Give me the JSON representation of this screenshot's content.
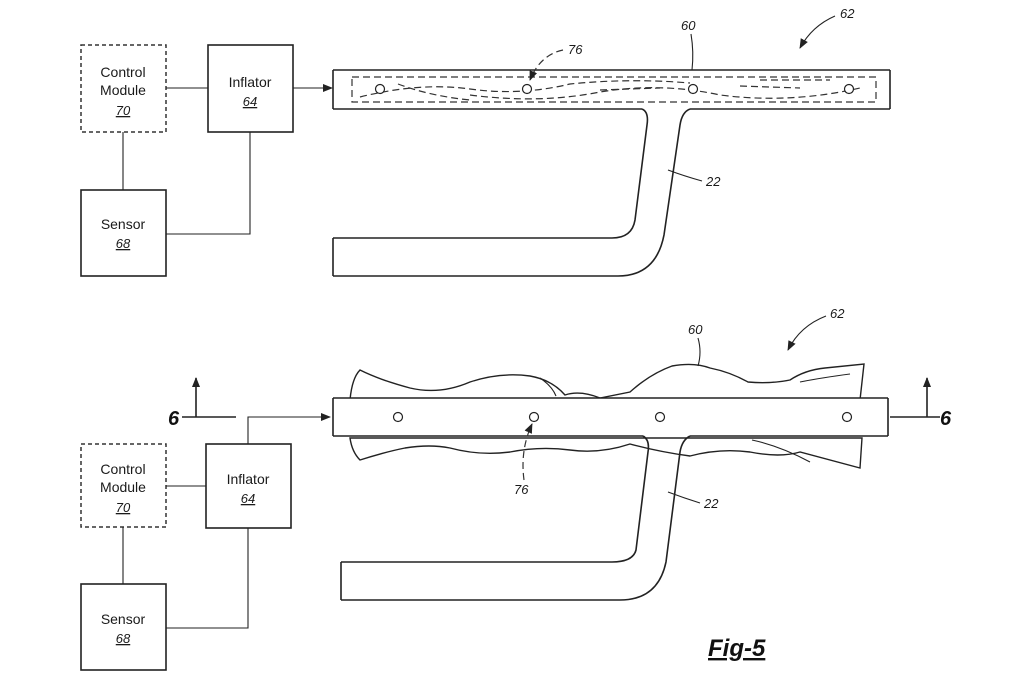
{
  "top": {
    "control_module": {
      "line1": "Control",
      "line2": "Module",
      "ref": "70"
    },
    "inflator": {
      "label": "Inflator",
      "ref": "64"
    },
    "sensor": {
      "label": "Sensor",
      "ref": "68"
    },
    "refs": {
      "assembly": "62",
      "airbag": "60",
      "vent": "76",
      "frame": "22"
    }
  },
  "bottom": {
    "control_module": {
      "line1": "Control",
      "line2": "Module",
      "ref": "70"
    },
    "inflator": {
      "label": "Inflator",
      "ref": "64"
    },
    "sensor": {
      "label": "Sensor",
      "ref": "68"
    },
    "refs": {
      "assembly": "62",
      "airbag": "60",
      "vent": "76",
      "frame": "22"
    },
    "section_left": "6",
    "section_right": "6"
  },
  "figure_label": "Fig-5"
}
